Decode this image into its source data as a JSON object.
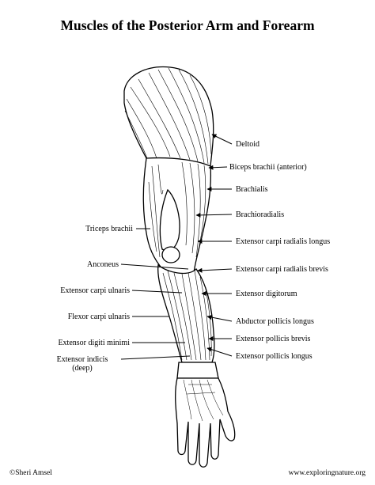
{
  "title": "Muscles of the Posterior Arm and Forearm",
  "labels": {
    "deltoid": "Deltoid",
    "biceps": "Biceps brachii (anterior)",
    "brachialis": "Brachialis",
    "brachioradialis": "Brachioradialis",
    "ecrl": "Extensor carpi radialis longus",
    "ecrb": "Extensor carpi radialis brevis",
    "ext_digitorum": "Extensor digitorum",
    "apl": "Abductor pollicis longus",
    "epb": "Extensor pollicis brevis",
    "epl": "Extensor pollicis longus",
    "triceps": "Triceps brachii",
    "anconeus": "Anconeus",
    "ecu": "Extensor carpi ulnaris",
    "fcu": "Flexor carpi ulnaris",
    "edm": "Extensor digiti minimi",
    "ext_indicis_1": "Extensor indicis",
    "ext_indicis_2": "(deep)"
  },
  "footer": {
    "credit": "©Sheri Amsel",
    "website": "www.exploringnature.org"
  }
}
